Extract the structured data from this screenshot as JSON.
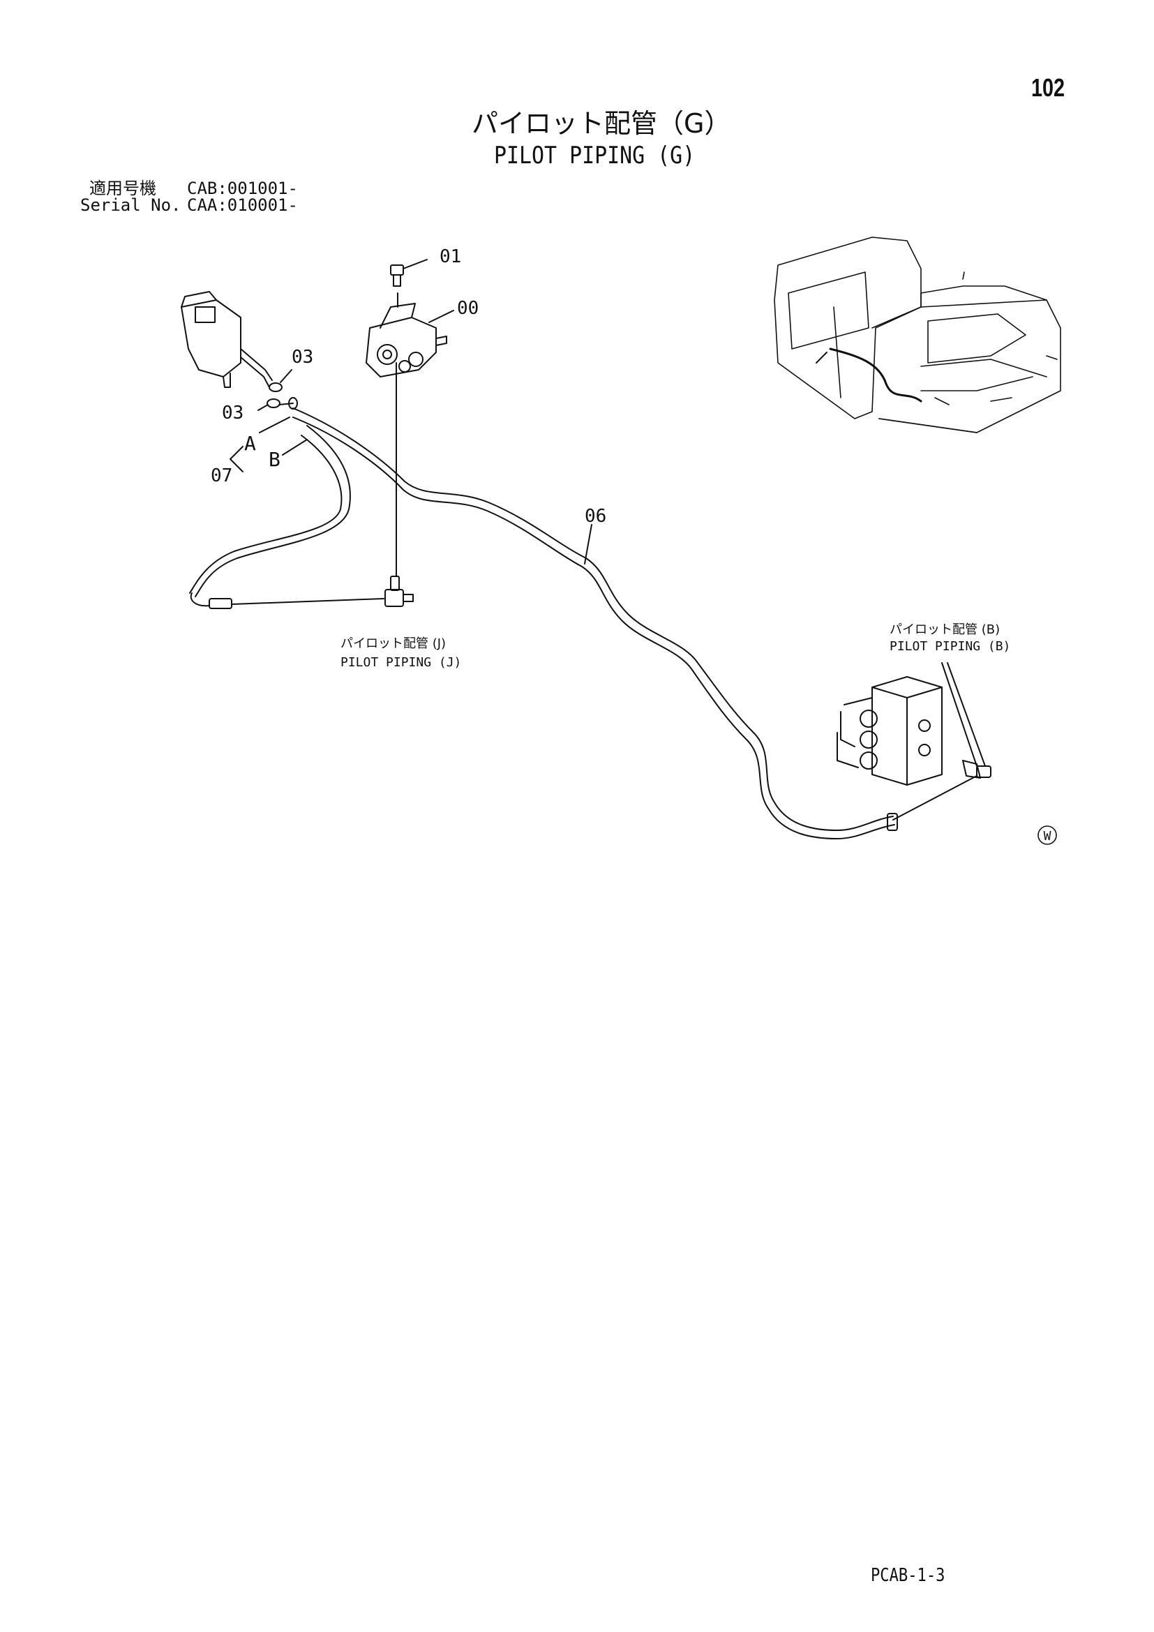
{
  "page_number": "102",
  "title_jp": "パイロット配管（G）",
  "title_en": "PILOT PIPING (G)",
  "applicable": {
    "jp_label": "適用号機",
    "jp_value": "CAB:001001-",
    "en_label": "Serial No.",
    "en_value": "CAA:010001-"
  },
  "callouts": {
    "c01": "01",
    "c00": "00",
    "c03a": "03",
    "c03b": "03",
    "cA": "A",
    "cB": "B",
    "c07": "07",
    "c06": "06"
  },
  "references": {
    "pilot_j_jp": "パイロット配管 (J)",
    "pilot_j_en": "PILOT PIPING (J)",
    "pilot_b_jp": "パイロット配管 (B)",
    "pilot_b_en": "PILOT PIPING (B)"
  },
  "mark": "W",
  "footer_code": "PCAB-1-3"
}
